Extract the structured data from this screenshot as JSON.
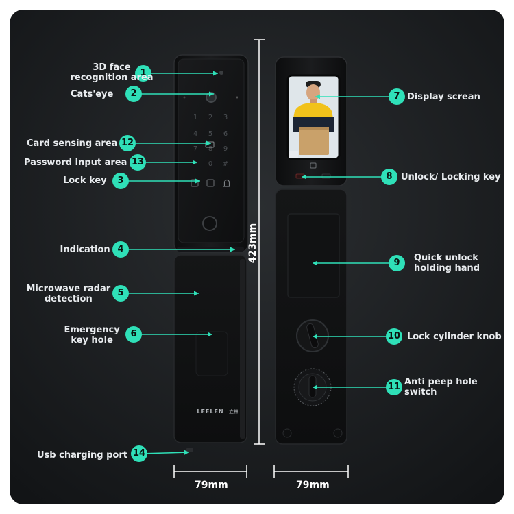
{
  "colors": {
    "background": "#1a1c1e",
    "accent": "#2fe0b8",
    "label": "#e9ecef"
  },
  "brand": "LEELEN",
  "brand_cn": "立林",
  "height_dim": "423mm",
  "width_dims": [
    "79mm",
    "79mm"
  ],
  "keypad": [
    "1",
    "2",
    "3",
    "4",
    "5",
    "6",
    "7",
    "8",
    "9",
    "*",
    "0",
    "#"
  ],
  "callouts": [
    {
      "num": "1",
      "text": "3D face\nrecognition area"
    },
    {
      "num": "2",
      "text": "Cats'eye"
    },
    {
      "num": "12",
      "text": "Card sensing area"
    },
    {
      "num": "13",
      "text": "Password input area"
    },
    {
      "num": "3",
      "text": "Lock key"
    },
    {
      "num": "4",
      "text": "Indication"
    },
    {
      "num": "5",
      "text": "Microwave radar\ndetection"
    },
    {
      "num": "6",
      "text": "Emergency\nkey hole"
    },
    {
      "num": "14",
      "text": "Usb charging port"
    },
    {
      "num": "7",
      "text": "Display screan"
    },
    {
      "num": "8",
      "text": "Unlock/ Locking key"
    },
    {
      "num": "9",
      "text": "Quick unlock\nholding hand"
    },
    {
      "num": "10",
      "text": "Lock cylinder knob"
    },
    {
      "num": "11",
      "text": "Anti peep hole\nswitch"
    }
  ]
}
